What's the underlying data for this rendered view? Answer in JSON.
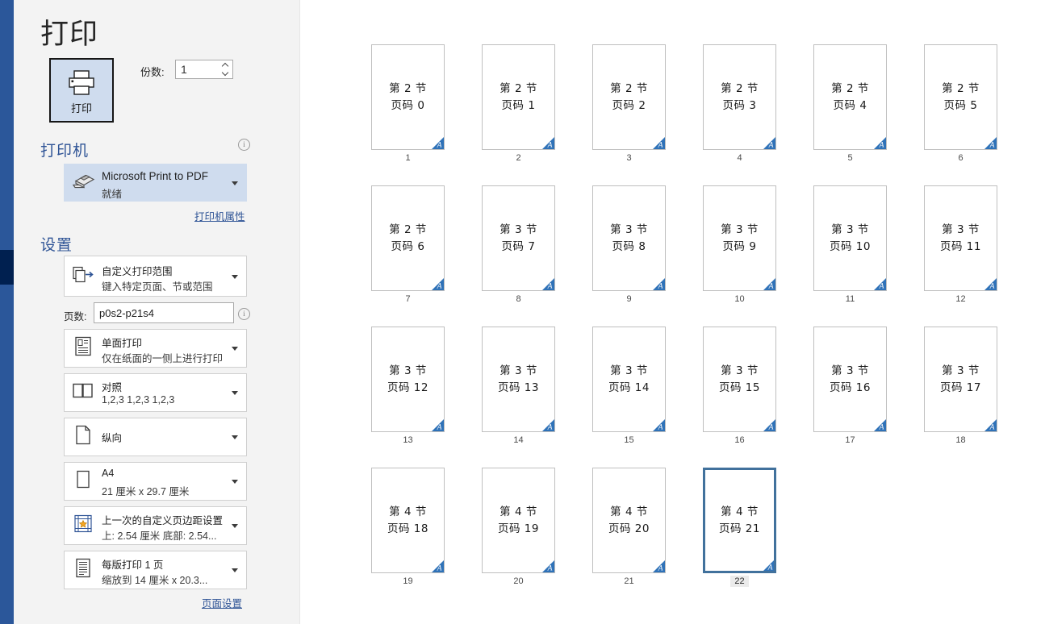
{
  "window": {
    "title": "打印",
    "accent_color": "#2b579a",
    "accent_thumb_color": "#002050"
  },
  "print_button": {
    "label": "打印",
    "icon": "printer-icon"
  },
  "copies": {
    "label": "份数:",
    "value": "1",
    "placeholder": "1"
  },
  "printer": {
    "heading": "打印机",
    "info_icon": "info-icon",
    "name": "Microsoft Print to PDF",
    "status": "就绪",
    "icon": "printer-device-icon",
    "properties_link": "打印机属性"
  },
  "settings": {
    "heading": "设置",
    "pages_label": "页数:",
    "pages_value": "p0s2-p21s4",
    "pages_placeholder": "",
    "pages_info_icon": "info-icon",
    "page_setup_link": "页面设置",
    "rows": [
      {
        "icon": "custom-print-range-icon",
        "title": "自定义打印范围",
        "subtitle": "键入特定页面、节或范围"
      },
      {
        "icon": "one-sided-icon",
        "title": "单面打印",
        "subtitle": "仅在纸面的一侧上进行打印"
      },
      {
        "icon": "collate-icon",
        "title": "对照",
        "subtitle": "1,2,3   1,2,3   1,2,3"
      },
      {
        "icon": "portrait-icon",
        "title": "纵向",
        "subtitle": ""
      },
      {
        "icon": "paper-size-icon",
        "title": "A4",
        "subtitle": "21 厘米 x 29.7 厘米"
      },
      {
        "icon": "margins-icon",
        "title": "上一次的自定义页边距设置",
        "subtitle": "上: 2.54 厘米 底部: 2.54..."
      },
      {
        "icon": "pages-per-sheet-icon",
        "title": "每版打印 1 页",
        "subtitle": "缩放到 14 厘米 x 20.3..."
      }
    ]
  },
  "preview": {
    "columns": 6,
    "selected_page": 22,
    "corner_icon": "blue-triangle-a-icon",
    "thumbnails": [
      {
        "label": "1",
        "line1": "第 2 节",
        "line2": "页码  0",
        "selected": false
      },
      {
        "label": "2",
        "line1": "第 2 节",
        "line2": "页码  1",
        "selected": false
      },
      {
        "label": "3",
        "line1": "第 2 节",
        "line2": "页码  2",
        "selected": false
      },
      {
        "label": "4",
        "line1": "第 2 节",
        "line2": "页码  3",
        "selected": false
      },
      {
        "label": "5",
        "line1": "第 2 节",
        "line2": "页码  4",
        "selected": false
      },
      {
        "label": "6",
        "line1": "第 2 节",
        "line2": "页码  5",
        "selected": false
      },
      {
        "label": "7",
        "line1": "第 2 节",
        "line2": "页码  6",
        "selected": false
      },
      {
        "label": "8",
        "line1": "第 3 节",
        "line2": "页码  7",
        "selected": false
      },
      {
        "label": "9",
        "line1": "第 3 节",
        "line2": "页码  8",
        "selected": false
      },
      {
        "label": "10",
        "line1": "第 3 节",
        "line2": "页码  9",
        "selected": false
      },
      {
        "label": "11",
        "line1": "第 3 节",
        "line2": "页码 10",
        "selected": false
      },
      {
        "label": "12",
        "line1": "第 3 节",
        "line2": "页码 11",
        "selected": false
      },
      {
        "label": "13",
        "line1": "第 3 节",
        "line2": "页码 12",
        "selected": false
      },
      {
        "label": "14",
        "line1": "第 3 节",
        "line2": "页码 13",
        "selected": false
      },
      {
        "label": "15",
        "line1": "第 3 节",
        "line2": "页码 14",
        "selected": false
      },
      {
        "label": "16",
        "line1": "第 3 节",
        "line2": "页码 15",
        "selected": false
      },
      {
        "label": "17",
        "line1": "第 3 节",
        "line2": "页码 16",
        "selected": false
      },
      {
        "label": "18",
        "line1": "第 3 节",
        "line2": "页码 17",
        "selected": false
      },
      {
        "label": "19",
        "line1": "第 4 节",
        "line2": "页码 18",
        "selected": false
      },
      {
        "label": "20",
        "line1": "第 4 节",
        "line2": "页码 19",
        "selected": false
      },
      {
        "label": "21",
        "line1": "第 4 节",
        "line2": "页码 20",
        "selected": false
      },
      {
        "label": "22",
        "line1": "第 4 节",
        "line2": "页码 21",
        "selected": true
      }
    ]
  }
}
